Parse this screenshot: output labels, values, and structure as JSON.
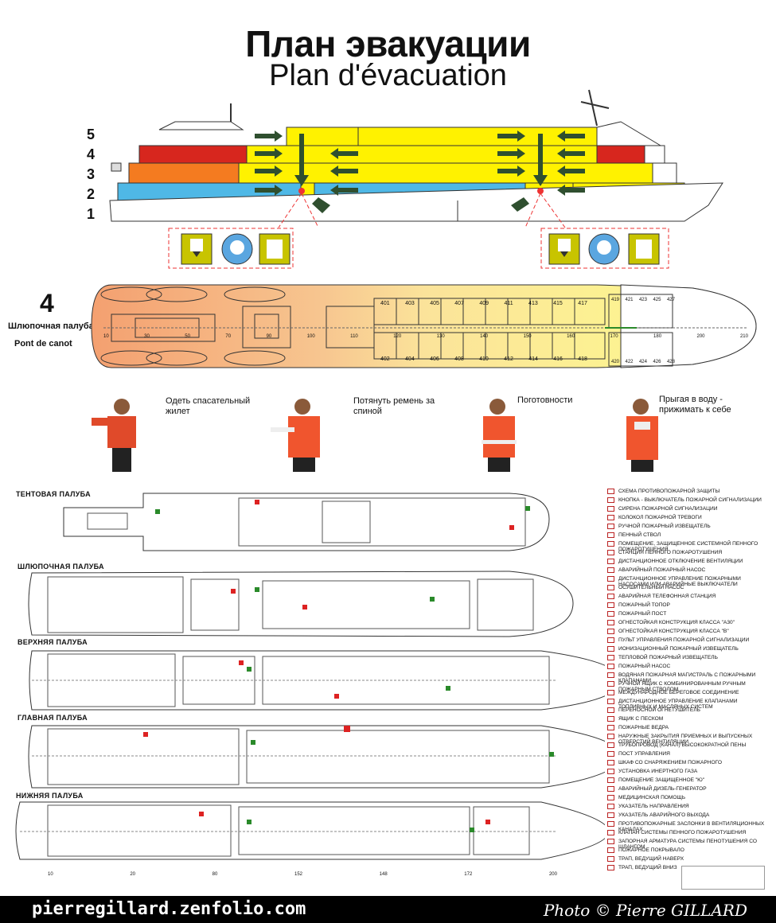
{
  "title": {
    "ru": "План эвакуации",
    "fr": "Plan d'évacuation"
  },
  "deck_numbers": [
    "5",
    "4",
    "3",
    "2",
    "1"
  ],
  "deck4": {
    "number": "4",
    "name_ru": "Шлюпочная палуба",
    "name_fr": "Pont de canot",
    "cabins_top": [
      "401",
      "403",
      "405",
      "407",
      "409",
      "411",
      "413",
      "415",
      "417",
      "419",
      "421",
      "423",
      "425",
      "427"
    ],
    "cabins_bottom": [
      "402",
      "404",
      "406",
      "408",
      "410",
      "412",
      "414",
      "416",
      "418",
      "420",
      "422",
      "424",
      "426",
      "428"
    ],
    "frames": [
      "10",
      "30",
      "50",
      "70",
      "90",
      "100",
      "110",
      "120",
      "130",
      "140",
      "150",
      "160",
      "170",
      "180",
      "200",
      "210"
    ]
  },
  "lifejacket_steps": [
    {
      "text": "Одеть спасательный жилет"
    },
    {
      "text": "Потянуть ремень за спиной"
    },
    {
      "text": "Поготовности"
    },
    {
      "text": "Прыгая в воду - прижимать к себе"
    }
  ],
  "decks": [
    {
      "name": "ТЕНТОВАЯ ПАЛУБА"
    },
    {
      "name": "ШЛЮПОЧНАЯ ПАЛУБА"
    },
    {
      "name": "ВЕРХНЯЯ ПАЛУБА"
    },
    {
      "name": "ГЛАВНАЯ ПАЛУБА"
    },
    {
      "name": "НИЖНЯЯ ПАЛУБА"
    }
  ],
  "deck_plan_frames": [
    "10",
    "20",
    "80",
    "152",
    "148",
    "172",
    "200"
  ],
  "legend": [
    "СХЕМА ПРОТИВОПОЖАРНОЙ ЗАЩИТЫ",
    "КНОПКА - ВЫКЛЮЧАТЕЛЬ ПОЖАРНОЙ СИГНАЛИЗАЦИИ",
    "СИРЕНА ПОЖАРНОЙ СИГНАЛИЗАЦИИ",
    "КОЛОКОЛ ПОЖАРНОЙ ТРЕВОГИ",
    "РУЧНОЙ ПОЖАРНЫЙ ИЗВЕЩАТЕЛЬ",
    "ПЕННЫЙ СТВОЛ",
    "ПОМЕЩЕНИЕ, ЗАЩИЩЕННОЕ СИСТЕМНОЙ ПЕННОГО ПОЖАРОТУШЕНИЯ",
    "СТАНЦИЯ ПЕННОГО ПОЖАРОТУШЕНИЯ",
    "ДИСТАНЦИОННОЕ ОТКЛЮЧЕНИЕ ВЕНТИЛЯЦИИ",
    "АВАРИЙНЫЙ ПОЖАРНЫЙ НАСОС",
    "ДИСТАНЦИОННОЕ УПРАВЛЕНИЕ ПОЖАРНЫМИ НАСОСАМИ ИЛИ АВАРИЙНЫЕ ВЫКЛЮЧАТЕЛИ",
    "ОСУШИТЕЛЬНЫЙ НАСОС",
    "АВАРИЙНАЯ ТЕЛЕФОННАЯ СТАНЦИЯ",
    "ПОЖАРНЫЙ ТОПОР",
    "ПОЖАРНЫЙ ПОСТ",
    "ОГНЕСТОЙКАЯ КОНСТРУКЦИЯ КЛАССА \"А30\"",
    "ОГНЕСТОЙКАЯ КОНСТРУКЦИЯ КЛАССА \"В\"",
    "ПУЛЬТ УПРАВЛЕНИЯ ПОЖАРНОЙ СИГНАЛИЗАЦИИ",
    "ИОНИЗАЦИОННЫЙ ПОЖАРНЫЙ ИЗВЕЩАТЕЛЬ",
    "ТЕПЛОВОЙ ПОЖАРНЫЙ ИЗВЕЩАТЕЛЬ",
    "ПОЖАРНЫЙ НАСОС",
    "ВОДЯНАЯ ПОЖАРНАЯ МАГИСТРАЛЬ С ПОЖАРНЫМИ КЛАПАНАМИ",
    "РУЧНОЙ ЯЩИК С КОМБИНИРОВАННЫМ РУЧНЫМ ПОЖАРНЫМ СТВОЛОМ",
    "МЕЖДУНАРОДНОЕ БЕРЕГОВОЕ СОЕДИНЕНИЕ",
    "ДИСТАНЦИОННОЕ УПРАВЛЕНИЕ КЛАПАНАМИ ТОПЛИВНЫХ И МАСЛЯНЫХ СИСТЕМ",
    "ПЕРЕНОСНОЙ ОГНЕТУШИТЕЛЬ",
    "ЯЩИК С ПЕСКОМ",
    "ПОЖАРНЫЕ ВЕДРА",
    "НАРУЖНЫЕ ЗАКРЫТИЯ ПРИЕМНЫХ И ВЫПУСКНЫХ ОТВЕРСТИЙ ВЕНТИЛЯЦИИ",
    "ТРУБОПРОВОД (КАНАЛ) ВЫСОКОКРАТНОЙ ПЕНЫ",
    "ПОСТ УПРАВЛЕНИЯ",
    "ШКАФ СО СНАРЯЖЕНИЕМ ПОЖАРНОГО",
    "УСТАНОВКА ИНЕРТНОГО ГАЗА",
    "ПОМЕЩЕНИЕ ЗАЩИЩЕННОЕ \"Ю\"",
    "АВАРИЙНЫЙ ДИЗЕЛЬ-ГЕНЕРАТОР",
    "МЕДИЦИНСКАЯ ПОМОЩЬ",
    "УКАЗАТЕЛЬ НАПРАВЛЕНИЯ",
    "УКАЗАТЕЛЬ АВАРИЙНОГО ВЫХОДА",
    "ПРОТИВОПОЖАРНЫЕ ЗАСЛОНКИ В ВЕНТИЛЯЦИОННЫХ КАНАЛАХ",
    "КЛАПАН СИСТЕМЫ ПЕННОГО ПОЖАРОТУШЕНИЯ",
    "ЗАПОРНАЯ АРМАТУРА СИСТЕМЫ ПЕНОТУШЕНИЯ СО ШЛАНГОМ",
    "ПОЖАРНОЕ ПОКРЫВАЛО",
    "ТРАП, ВЕДУЩИЙ НАВЕРХ",
    "ТРАП, ВЕДУЩИЙ ВНИЗ"
  ],
  "footer": {
    "site": "pierregillard.zenfolio.com",
    "credit": "Photo © Pierre GILLARD"
  },
  "colors": {
    "deck5": "#fff200",
    "deck4": "#d7261e",
    "deck3": "#f47b20",
    "deck2": "#4fb8e6",
    "arrow": "#2f4f2f",
    "sign_yellow": "#c8c400",
    "footer_bg": "#000000"
  }
}
